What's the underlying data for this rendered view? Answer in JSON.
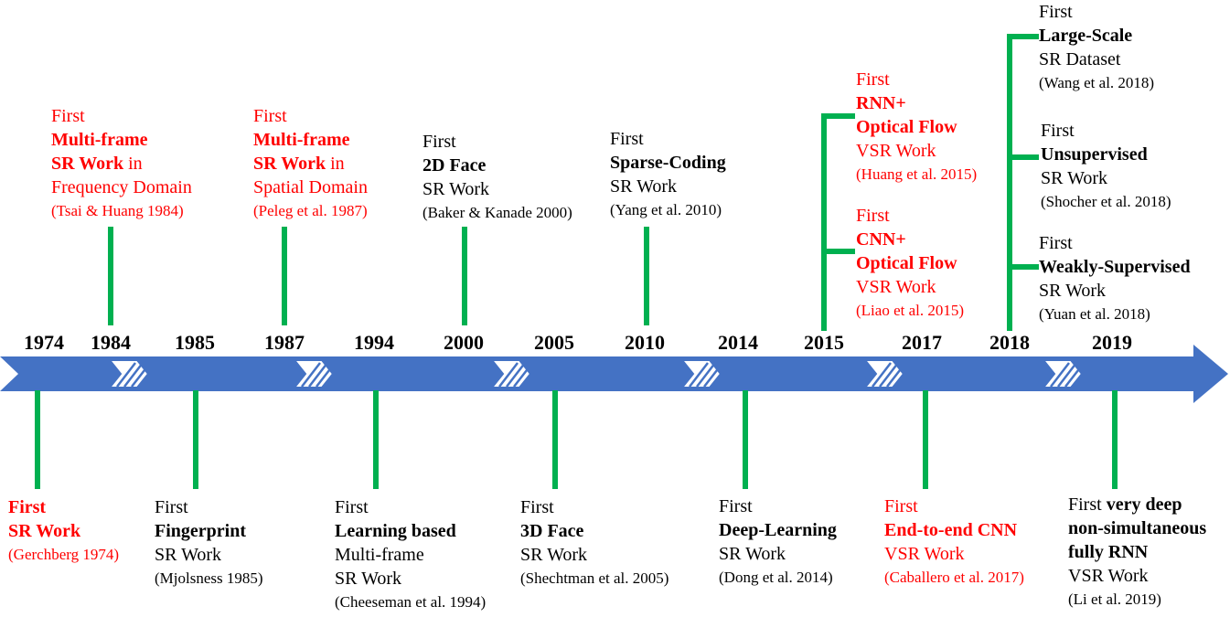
{
  "colors": {
    "arrow": "#4472c4",
    "stem": "#00b050",
    "highlight": "#ff0000",
    "text": "#000000"
  },
  "years": [
    "1974",
    "1984",
    "1985",
    "1987",
    "1994",
    "2000",
    "2005",
    "2010",
    "2014",
    "2015",
    "2017",
    "2018",
    "2019"
  ],
  "e1974": {
    "first": "First",
    "title": "SR Work",
    "cite": "(Gerchberg 1974)"
  },
  "e1984": {
    "first": "First",
    "title1": "Multi-frame",
    "title2a": "SR Work",
    "title2b": " in",
    "line3": "Frequency Domain",
    "cite": "(Tsai & Huang 1984)"
  },
  "e1985": {
    "first": "First",
    "title": "Fingerprint",
    "line": "SR Work",
    "cite": "(Mjolsness 1985)"
  },
  "e1987": {
    "first": "First",
    "title1": "Multi-frame",
    "title2a": "SR Work",
    "title2b": " in",
    "line3": "Spatial Domain",
    "cite": "(Peleg et al. 1987)"
  },
  "e1994": {
    "first": "First",
    "title": "Learning based",
    "line1": "Multi-frame",
    "line2": "SR Work",
    "cite": "(Cheeseman et al. 1994)"
  },
  "e2000": {
    "first": "First",
    "title": "2D Face",
    "line": "SR Work",
    "cite": "(Baker & Kanade 2000)"
  },
  "e2005": {
    "first": "First",
    "title": "3D Face",
    "line": "SR Work",
    "cite": "(Shechtman et al. 2005)"
  },
  "e2010": {
    "first": "First",
    "title": "Sparse-Coding",
    "line": "SR Work",
    "cite": "(Yang et al. 2010)"
  },
  "e2014": {
    "first": "First",
    "title": "Deep-Learning",
    "line": "SR Work",
    "cite": "(Dong et al. 2014)"
  },
  "e2015a": {
    "first": "First",
    "title1": "RNN+",
    "title2": "Optical Flow",
    "line": "VSR Work",
    "cite": "(Huang et al. 2015)"
  },
  "e2015b": {
    "first": "First",
    "title1": "CNN+",
    "title2": "Optical Flow",
    "line": "VSR Work",
    "cite": "(Liao et al. 2015)"
  },
  "e2017": {
    "first": "First",
    "title": "End-to-end CNN",
    "line": "VSR Work",
    "cite": "(Caballero et al. 2017)"
  },
  "e2018a": {
    "first": "First",
    "title": "Large-Scale",
    "line": "SR Dataset",
    "cite": "(Wang et al. 2018)"
  },
  "e2018b": {
    "first": "First",
    "title": "Unsupervised",
    "line": "SR Work",
    "cite": "(Shocher et al. 2018)"
  },
  "e2018c": {
    "first": "First",
    "title": "Weakly-Supervised",
    "line": "SR Work",
    "cite": "(Yuan et al. 2018)"
  },
  "e2019": {
    "first": "First",
    "title1": " very deep",
    "title2": "non-simultaneous",
    "title3": "fully RNN",
    "line": "VSR Work",
    "cite": "(Li et al. 2019)"
  }
}
